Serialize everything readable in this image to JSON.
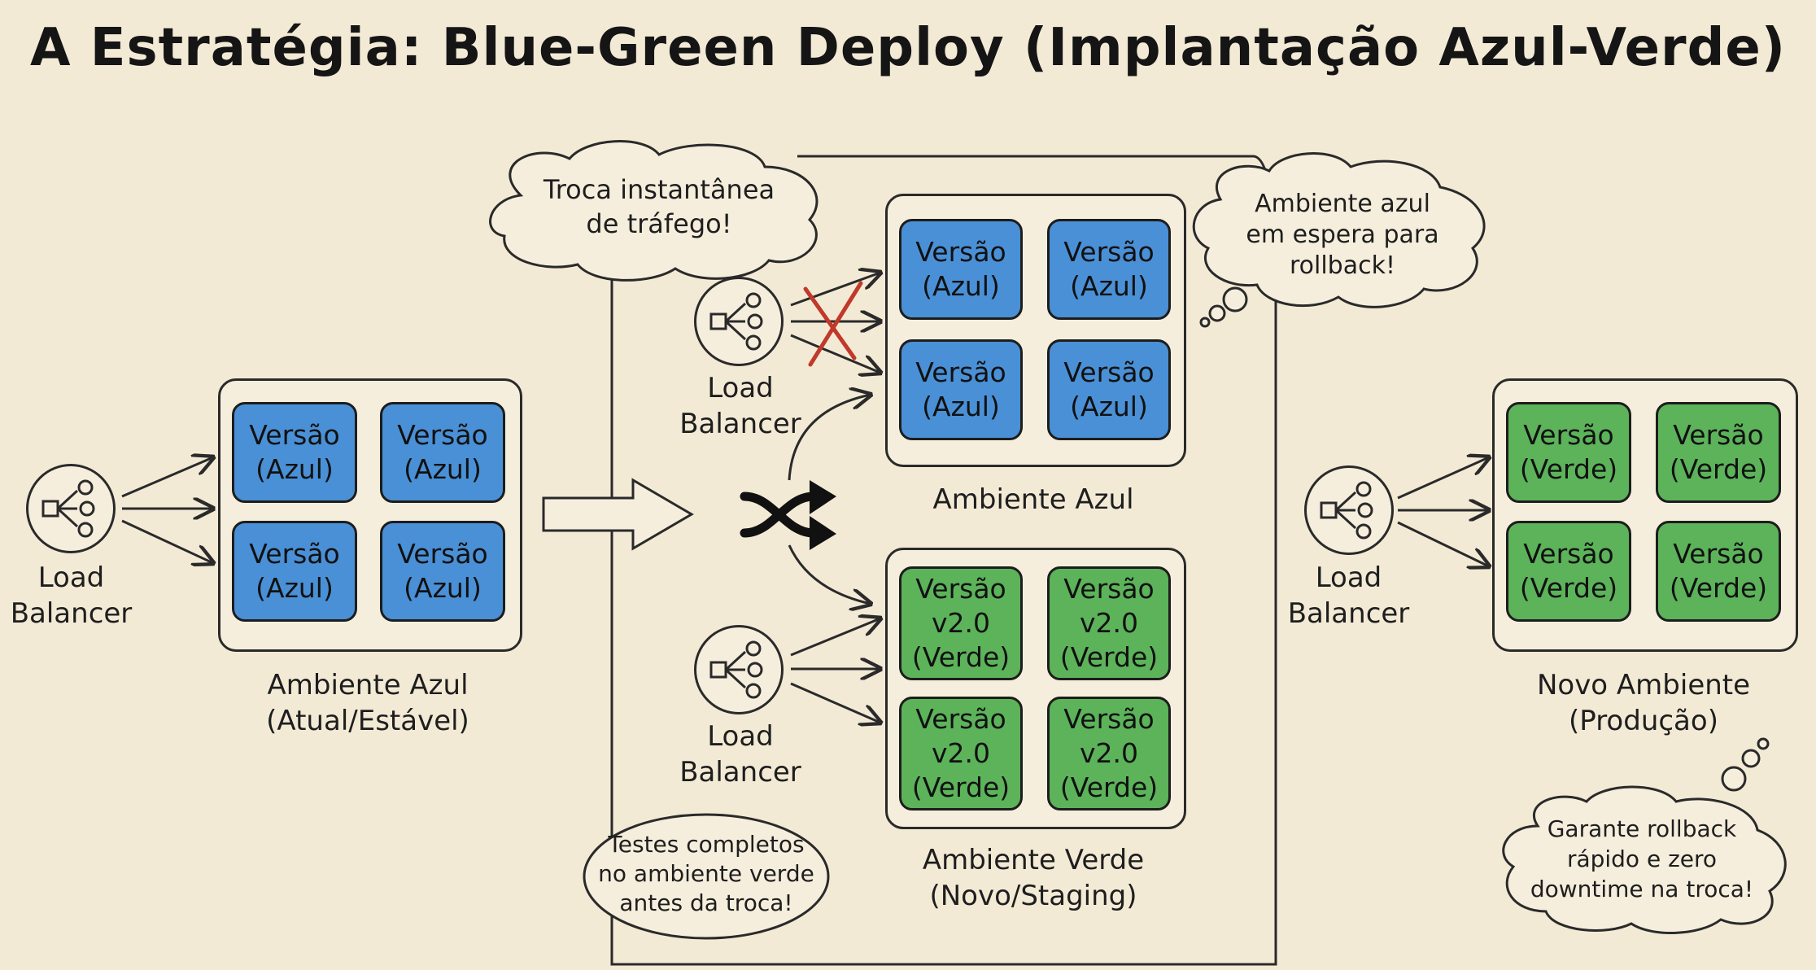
{
  "title": "A Estratégia: Blue-Green Deploy (Implantação Azul-Verde)",
  "load_balancer_label": "Load\nBalancer",
  "left_env": {
    "boxes": [
      "Versão\n(Azul)",
      "Versão\n(Azul)",
      "Versão\n(Azul)",
      "Versão\n(Azul)"
    ],
    "caption": "Ambiente Azul\n(Atual/Estável)"
  },
  "center": {
    "blue_env": {
      "boxes": [
        "Versão\n(Azul)",
        "Versão\n(Azul)",
        "Versão\n(Azul)",
        "Versão\n(Azul)"
      ],
      "caption": "Ambiente Azul"
    },
    "green_env": {
      "boxes": [
        "Versão\nv2.0\n(Verde)",
        "Versão\nv2.0\n(Verde)",
        "Versão\nv2.0\n(Verde)",
        "Versão\nv2.0\n(Verde)"
      ],
      "caption": "Ambiente Verde\n(Novo/Staging)"
    }
  },
  "right_env": {
    "boxes": [
      "Versão\n(Verde)",
      "Versão\n(Verde)",
      "Versão\n(Verde)",
      "Versão\n(Verde)"
    ],
    "caption": "Novo Ambiente\n(Produção)"
  },
  "notes": {
    "traffic_switch": "Troca instantânea\nde tráfego!",
    "blue_standby": "Ambiente azul\nem espera para\nrollback!",
    "green_tests": "Testes completos\nno ambiente verde\nantes da troca!",
    "guarantee": "Garante rollback\nrápido e zero\ndowntime na troca!"
  },
  "colors": {
    "background": "#f3ead6",
    "blue": "#4a90d6",
    "green": "#5cb35a",
    "cross": "#c0392b"
  }
}
